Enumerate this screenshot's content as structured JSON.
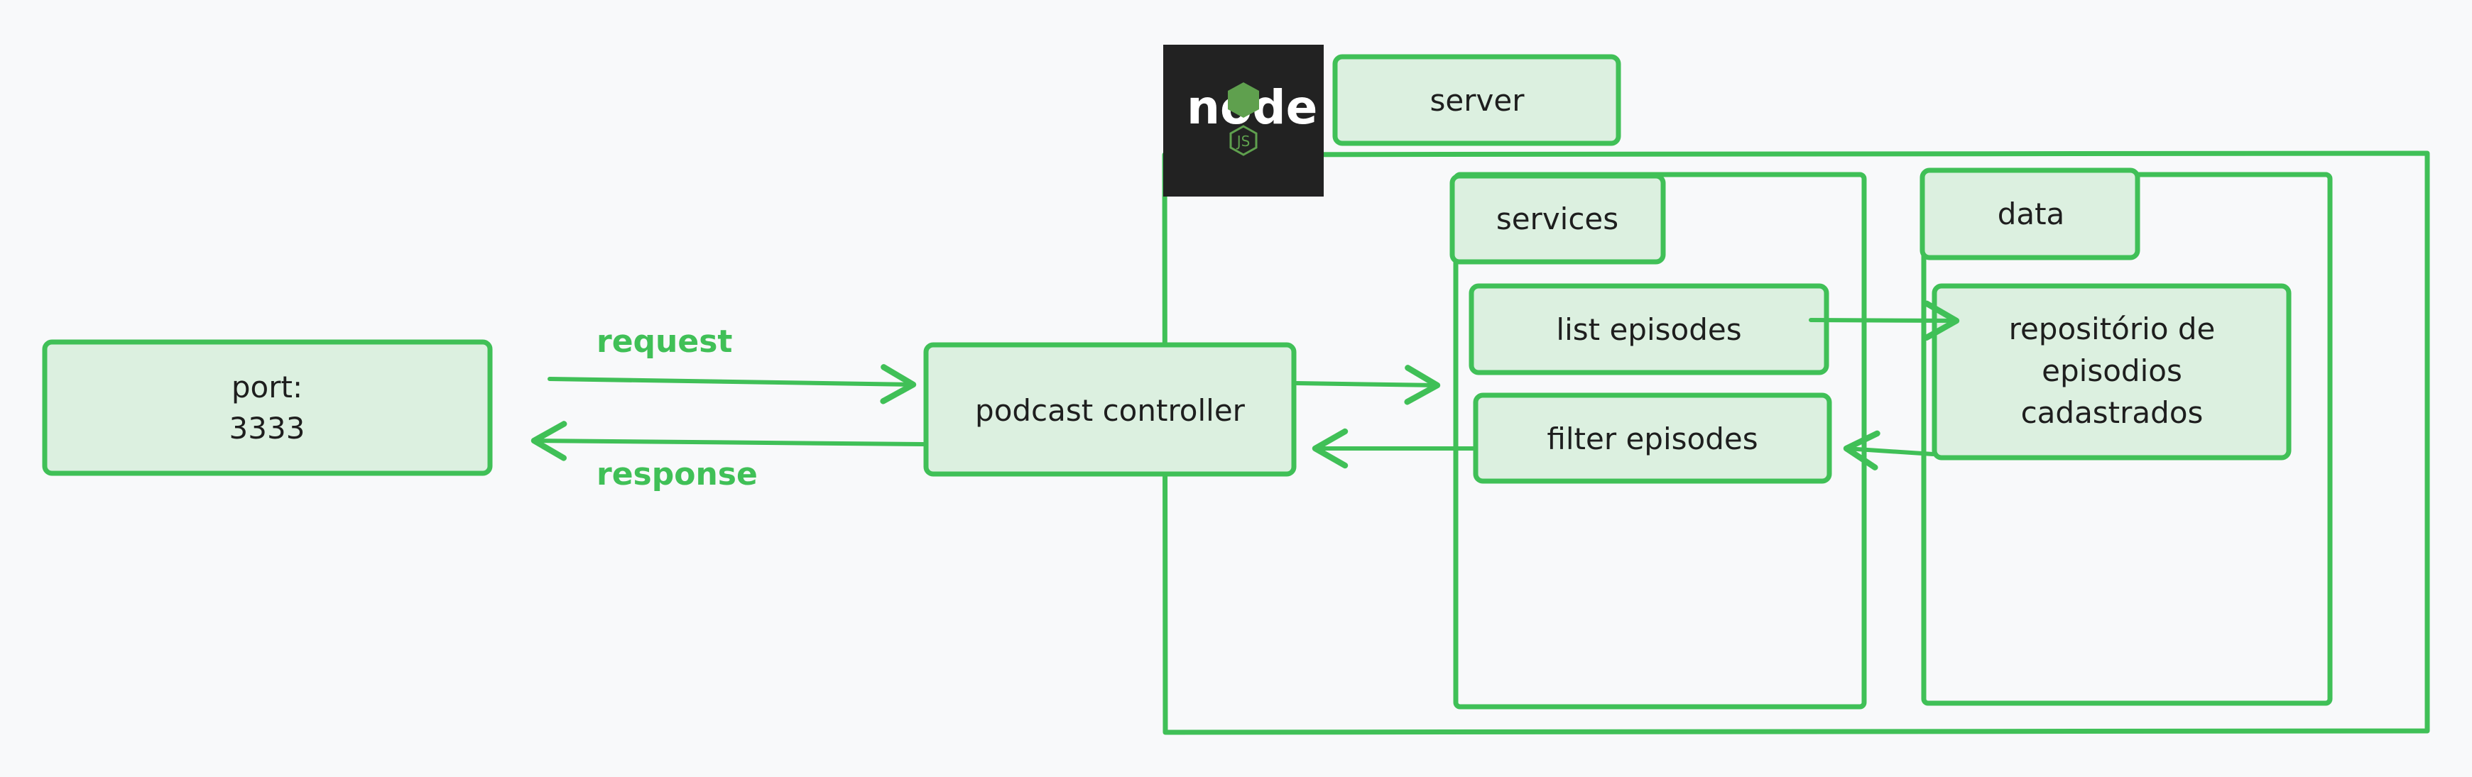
{
  "colors": {
    "stroke": "#40c057",
    "fill": "#dcf0e0",
    "text": "#1e1e1e",
    "background": "#f8f9fa",
    "logo_bg": "#222222",
    "logo_green": "#5fa04e"
  },
  "logo": {
    "icon": "nodejs-logo-icon",
    "wordmark": "node",
    "badge": "JS"
  },
  "nodes": {
    "port": {
      "line1": "port:",
      "line2": "3333"
    },
    "controller": {
      "label": "podcast controller"
    },
    "server": {
      "label": "server"
    },
    "services": {
      "label": "services"
    },
    "data": {
      "label": "data"
    },
    "list_episodes": {
      "label": "list episodes"
    },
    "filter_episodes": {
      "label": "filter episodes"
    },
    "repository": {
      "line1": "repositório de",
      "line2": "episodios",
      "line3": "cadastrados"
    }
  },
  "edges": {
    "request": {
      "label": "request"
    },
    "response": {
      "label": "response"
    }
  }
}
